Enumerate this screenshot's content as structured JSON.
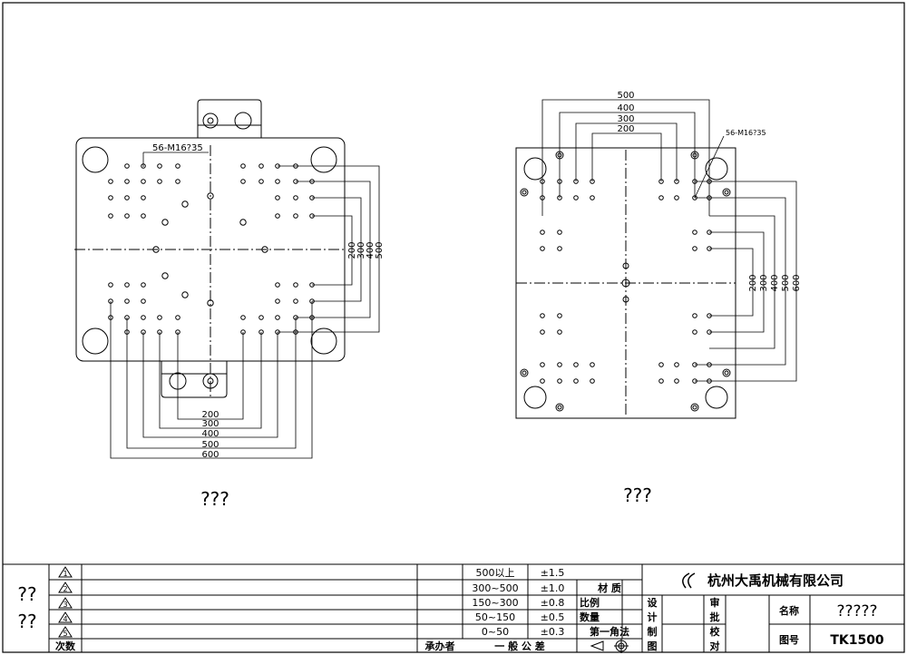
{
  "left_view": {
    "callout": "56-M16?35",
    "caption": "???",
    "vertical_dims": [
      "200",
      "300",
      "400",
      "500"
    ],
    "horizontal_dims": [
      "200",
      "300",
      "400",
      "500",
      "600"
    ]
  },
  "right_view": {
    "callout": "56-M16?35",
    "caption": "???",
    "top_dims": [
      "500",
      "400",
      "300",
      "200"
    ],
    "vertical_dims": [
      "200",
      "300",
      "400",
      "500",
      "600"
    ]
  },
  "title_block": {
    "left_marks": [
      "??",
      "??"
    ],
    "revision_header": "次数",
    "revisions": [
      "1",
      "2",
      "3",
      "4",
      "5"
    ],
    "undertaker_label": "承办者",
    "general_tolerance_label": "一 般 公 差",
    "tolerances": [
      {
        "range": "500以上",
        "value": "±1.5"
      },
      {
        "range": "300~500",
        "value": "±1.0"
      },
      {
        "range": "150~300",
        "value": "±0.8"
      },
      {
        "range": "50~150",
        "value": "±0.5"
      },
      {
        "range": "0~50",
        "value": "±0.3"
      }
    ],
    "material_label": "材  质",
    "scale_label": "比例",
    "quantity_label": "数量",
    "projection_label": "第一角法",
    "design_label": "设计",
    "drafting_label": "制图",
    "review_label": "审批",
    "check_label": "校对",
    "company": "杭州大禹机械有限公司",
    "name_label": "名称",
    "name_value": "?????",
    "drawing_no_label": "图号",
    "drawing_no_value": "TK1500"
  }
}
